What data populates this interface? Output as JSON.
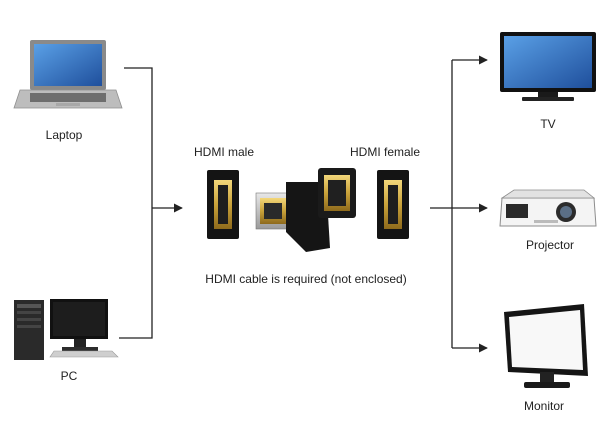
{
  "devices_in": {
    "laptop": {
      "label": "Laptop",
      "icon": "laptop-icon"
    },
    "pc": {
      "label": "PC",
      "icon": "desktop-pc-icon"
    }
  },
  "adapter": {
    "male_label": "HDMI male",
    "female_label": "HDMI female",
    "note": "HDMI cable is required (not enclosed)",
    "icon": "hdmi-adapter-icon"
  },
  "devices_out": {
    "tv": {
      "label": "TV",
      "icon": "tv-icon"
    },
    "projector": {
      "label": "Projector",
      "icon": "projector-icon"
    },
    "monitor": {
      "label": "Monitor",
      "icon": "monitor-icon"
    }
  },
  "colors": {
    "line": "#222222",
    "gold": "#c9a23a",
    "body": "#1a1a1a"
  }
}
